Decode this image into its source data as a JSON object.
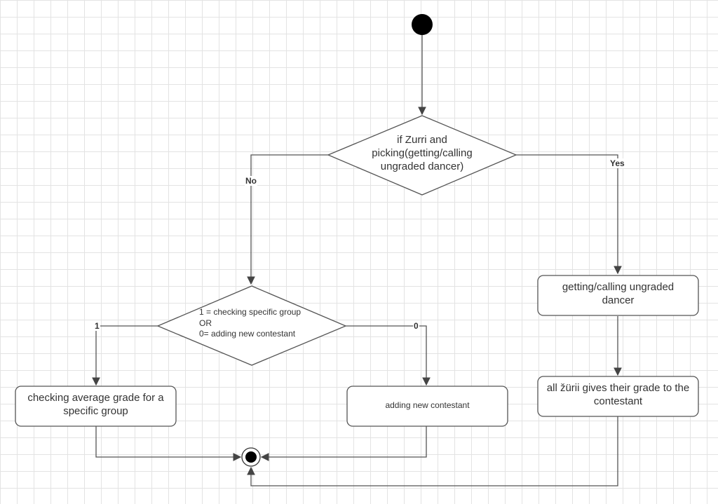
{
  "diagram": {
    "decision1": "if Zurri and picking(getting/calling ungraded dancer)",
    "decision2": {
      "line1": "1 = checking specific group",
      "line2": "OR",
      "line3": "0= adding new contestant"
    },
    "box_getting": "getting/calling ungraded dancer",
    "box_grade": "all žürii gives their grade to the contestant",
    "box_checking": "checking average grade for a specific group",
    "box_adding": "adding new contestant",
    "labels": {
      "no": "No",
      "yes": "Yes",
      "one": "1",
      "zero": "0"
    },
    "colors": {
      "stroke": "#555555",
      "fill": "#ffffff",
      "text": "#333333",
      "grid": "#e3e3e3",
      "node": "#000000"
    }
  }
}
